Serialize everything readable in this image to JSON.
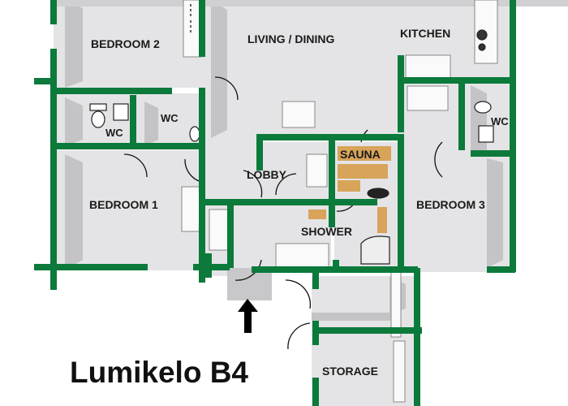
{
  "title": "Lumikelo B4",
  "colors": {
    "wall": "#0b7a3b",
    "floor": "#e4e4e6",
    "shade": "#c4c4c6",
    "sauna_wood": "#d7a45a",
    "background": "#ffffff"
  },
  "rooms": {
    "bedroom2": "BEDROOM 2",
    "living_dining": "LIVING  /  DINING",
    "kitchen": "KITCHEN",
    "wc1": "WC",
    "wc2": "WC",
    "wc3": "WC",
    "lobby": "LOBBY",
    "sauna": "SAUNA",
    "bedroom1": "BEDROOM 1",
    "bedroom3": "BEDROOM 3",
    "shower": "SHOWER",
    "storage": "STORAGE"
  },
  "entrance": "entrance-arrow"
}
